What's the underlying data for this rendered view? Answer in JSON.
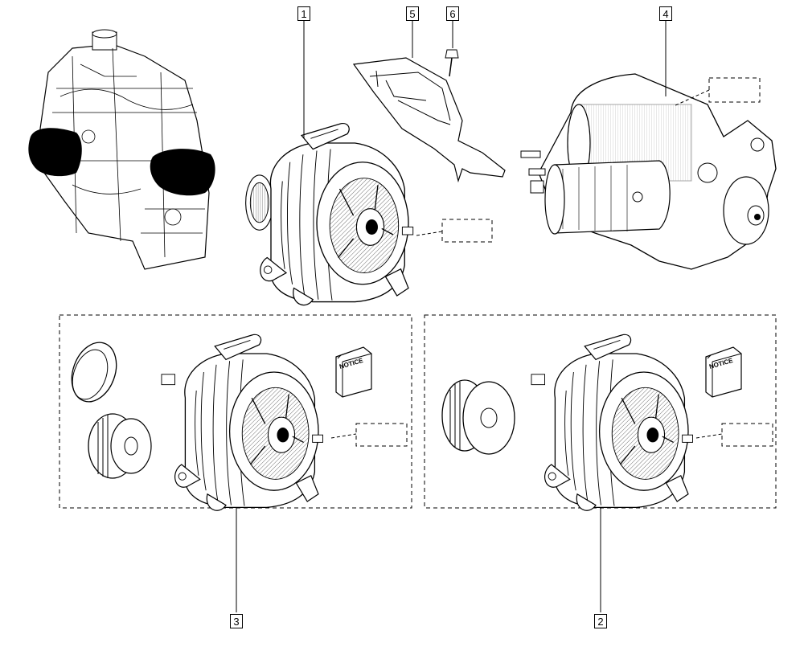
{
  "diagram": {
    "callouts": [
      {
        "id": "c1",
        "label": "1"
      },
      {
        "id": "c2",
        "label": "2"
      },
      {
        "id": "c3",
        "label": "3"
      },
      {
        "id": "c4",
        "label": "4"
      },
      {
        "id": "c5",
        "label": "5"
      },
      {
        "id": "c6",
        "label": "6"
      }
    ],
    "notice_label": "NOTICE"
  }
}
